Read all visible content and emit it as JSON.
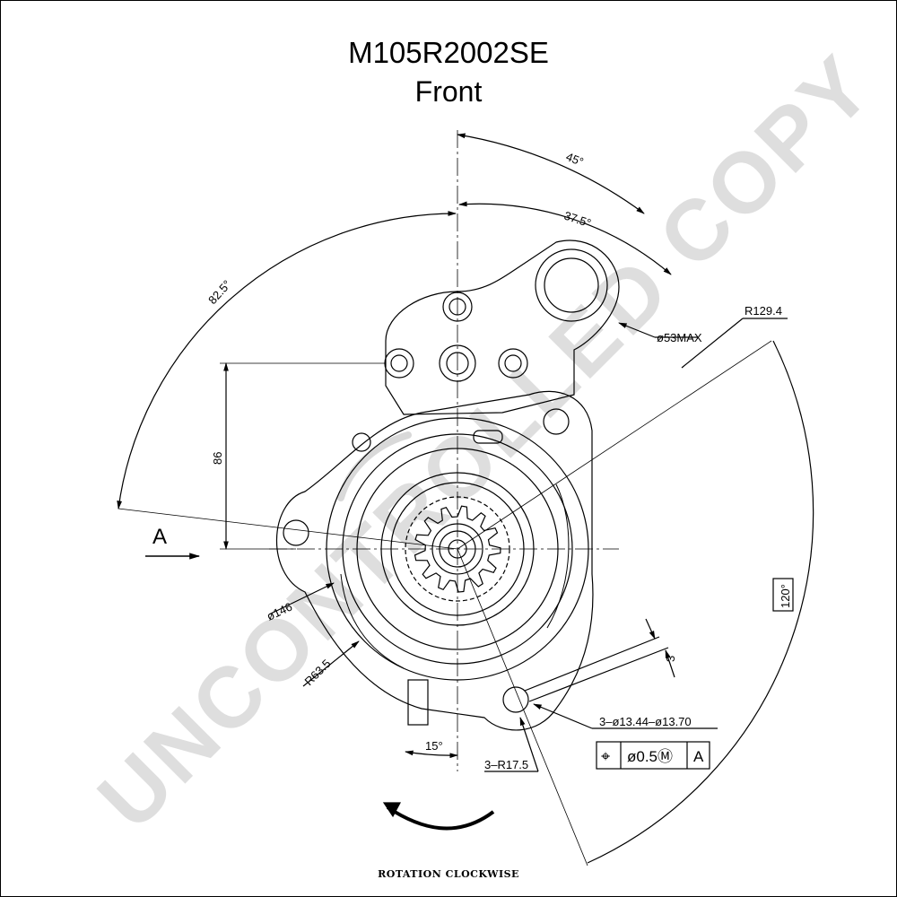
{
  "drawing": {
    "part_number": "M105R2002SE",
    "view": "Front",
    "watermark": "UNCONTROLLED COPY",
    "rotation": "ROTATION CLOCKWISE",
    "view_marker": "A"
  },
  "dimensions": {
    "angle_45": "45°",
    "angle_37_5": "37.5°",
    "angle_82_5": "82.5°",
    "angle_120": "120°",
    "angle_15": "15°",
    "radius_129_4": "R129.4",
    "dia_53max": "ø53MAX",
    "height_86": "86",
    "dia_146": "ø146",
    "radius_63_5": "R63.5",
    "offset_3": "3",
    "holes": "3–ø13.44–ø13.70",
    "radius_17_5": "3–R17.5"
  },
  "tolerance_frame": {
    "symbol": "⌖",
    "value": "ø0.5Ⓜ",
    "datum": "A"
  }
}
